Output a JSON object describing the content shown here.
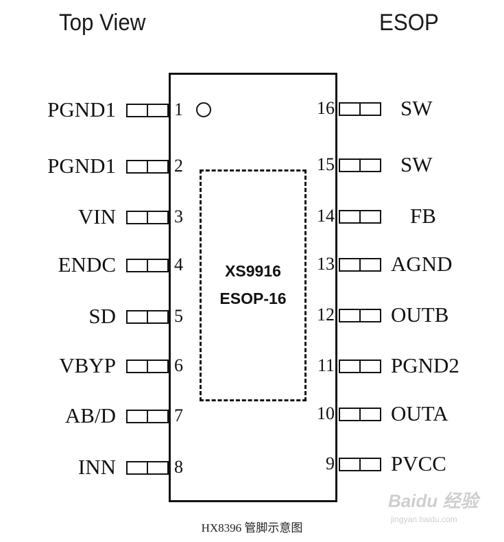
{
  "header": {
    "left": "Top View",
    "right": "ESOP"
  },
  "chip": {
    "part": "XS9916",
    "package": "ESOP-16"
  },
  "left_pins": [
    {
      "num": "1",
      "name": "PGND1"
    },
    {
      "num": "2",
      "name": "PGND1"
    },
    {
      "num": "3",
      "name": "VIN"
    },
    {
      "num": "4",
      "name": "ENDC"
    },
    {
      "num": "5",
      "name": "SD"
    },
    {
      "num": "6",
      "name": "VBYP"
    },
    {
      "num": "7",
      "name": "AB/D"
    },
    {
      "num": "8",
      "name": "INN"
    }
  ],
  "right_pins": [
    {
      "num": "16",
      "name": "SW"
    },
    {
      "num": "15",
      "name": "SW"
    },
    {
      "num": "14",
      "name": "FB"
    },
    {
      "num": "13",
      "name": "AGND"
    },
    {
      "num": "12",
      "name": "OUTB"
    },
    {
      "num": "11",
      "name": "PGND2"
    },
    {
      "num": "10",
      "name": "OUTA"
    },
    {
      "num": "9",
      "name": "PVCC"
    }
  ],
  "caption": "HX8396 管脚示意图",
  "watermark": {
    "logo": "Baidu 经验",
    "url": "jingyan.baidu.com"
  }
}
